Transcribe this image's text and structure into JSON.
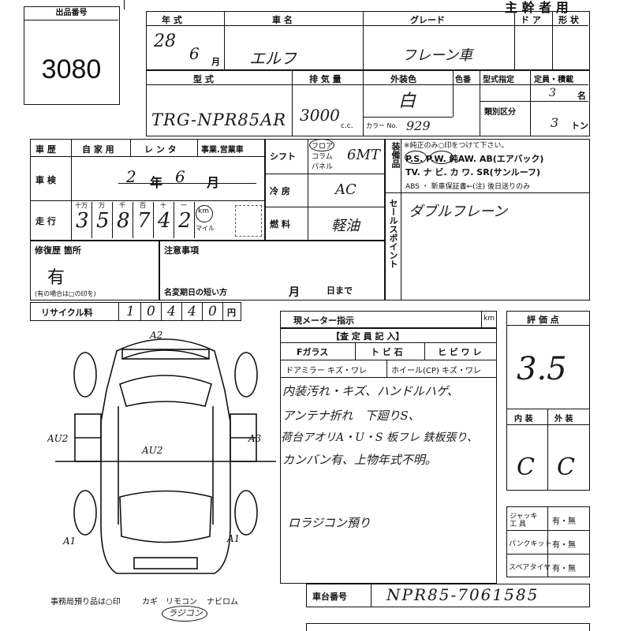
{
  "lot": {
    "label": "出品番号",
    "number": "3080"
  },
  "header_right": "主 幹 者 用",
  "row1": {
    "headers": {
      "nenshiki": "年 式",
      "shamei": "車 名",
      "grade": "グレード",
      "door": "ド ア",
      "keijo": "形 状"
    },
    "year": "28",
    "month": "6",
    "month_unit": "月",
    "name": "エルフ",
    "grade": "フレーン車"
  },
  "row2": {
    "headers": {
      "kata": "型 式",
      "haiki": "排 気 量",
      "color": "外装色",
      "iroban": "色番",
      "shitei": "型式指定",
      "teiin": "定員・積載"
    },
    "model": "TRG-NPR85AR",
    "cc": "3000",
    "cc_unit": "c.c.",
    "color_value": "白",
    "color_no_label": "カラー No.",
    "color_no": "929",
    "ruibetsu": "類別区分",
    "teiin_value": "3",
    "teiin_unit": "名",
    "load_value": "3",
    "load_unit": "トン"
  },
  "hist": {
    "label": "車 歴",
    "jikayo": "自 家 用",
    "renta": "レ ン タ",
    "jigyo": "事業.営業車",
    "shaken_label": "車 検",
    "shaken_year": "2",
    "nen": "年",
    "shaken_month": "6",
    "tsuki": "月",
    "soko_label": "走 行",
    "places": [
      "十万",
      "万",
      "千",
      "百",
      "十",
      "一"
    ],
    "digits": [
      "3",
      "5",
      "8",
      "7",
      "4",
      "2"
    ],
    "km": "km",
    "mile": "マイル"
  },
  "mid": {
    "shift": "シフト",
    "floor": "フロア",
    "column": "コラム",
    "panel": "パネル",
    "shift_value": "6MT",
    "reibo": "冷 房",
    "reibo_value": "AC",
    "nenryo": "燃 料",
    "nenryo_value": "軽油"
  },
  "equip": {
    "label": "装備品",
    "note": "※純正のみ○印をつけて下さい。",
    "line1": "P.S. P.W. 純AW. AB(エアバック)",
    "line2": "TV. ナ ビ. カ ワ. SR(サンルーフ)",
    "line3": "ABS ・ 新車保証書←(注) 後日送りのみ"
  },
  "sales": {
    "label": "セールスポイント",
    "value": "ダブルフレーン"
  },
  "repair": {
    "label": "修復歴 箇所",
    "value": "有",
    "note": "(有の場合は□の印を)"
  },
  "notice": {
    "label": "注意事項",
    "short": "名変期日の短い方",
    "month": "月",
    "day": "日まで"
  },
  "recycle": {
    "label": "リサイクル料",
    "digits": [
      "1",
      "0",
      "4",
      "4",
      "0"
    ],
    "yen": "円"
  },
  "meter": {
    "label": "現メーター指示",
    "km": "km"
  },
  "inspector": {
    "header": "【査 定 員 記 入】",
    "f_glass": "Fガラス",
    "tobi": "ト ビ 石",
    "hibi": "ヒ ビ ワ レ",
    "door_mirror": "ドアミラー キズ・ワレ",
    "wheel": "ホイール(CP) キズ・ワレ",
    "notes": [
      "内装汚れ・キズ、ハンドルハゲ、",
      "アンテナ折れ　下廻りS、",
      "荷台アオリA・U・S 板フレ 鉄板張り、",
      "カンバン有、上物年式不明。",
      "ロラジコン預り"
    ]
  },
  "rating": {
    "label": "評 価 点",
    "score": "3.5",
    "naiso": "内 装",
    "gaiso": "外 装",
    "naiso_value": "C",
    "gaiso_value": "C"
  },
  "tools": {
    "jack": "ジャッキ 工 具",
    "puncture": "パンクキット",
    "spare": "スペアタイヤ",
    "yes_no": "有・無"
  },
  "diagram": {
    "top": "A2",
    "left": "AU2",
    "right": "A3",
    "center": "AU2",
    "bl": "A1",
    "br": "A1"
  },
  "bottom": {
    "deposit": "事務局預り品は○印",
    "key": "カギ",
    "remocon": "リモコン",
    "navi": "ナビロム",
    "remocon_note": "ラジコン"
  },
  "chassis": {
    "label": "車台番号",
    "value": "NPR85-7061585"
  }
}
